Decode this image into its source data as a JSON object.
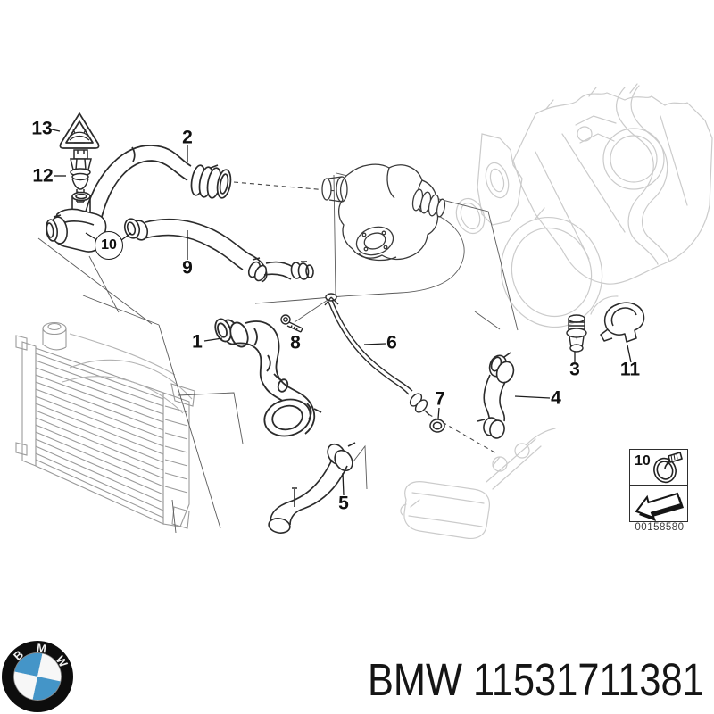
{
  "diagram": {
    "title_hint": "BMW cooling system water hoses parts diagram",
    "callouts": [
      {
        "id": "1"
      },
      {
        "id": "2"
      },
      {
        "id": "3"
      },
      {
        "id": "4"
      },
      {
        "id": "5"
      },
      {
        "id": "6"
      },
      {
        "id": "7"
      },
      {
        "id": "8"
      },
      {
        "id": "9"
      },
      {
        "id": "10",
        "circled": true
      },
      {
        "id": "11"
      },
      {
        "id": "12"
      },
      {
        "id": "13"
      }
    ],
    "legend": {
      "number": "10",
      "image_code": "00158580"
    }
  },
  "footer": {
    "brand": "BMW",
    "part_number": "11531711381"
  },
  "logo": {
    "b": "B",
    "m": "M",
    "w": "W"
  },
  "colors": {
    "logo_blue": "#4495c8",
    "line_dark": "#2b2b2b",
    "line_faded": "#cbcbcb"
  }
}
